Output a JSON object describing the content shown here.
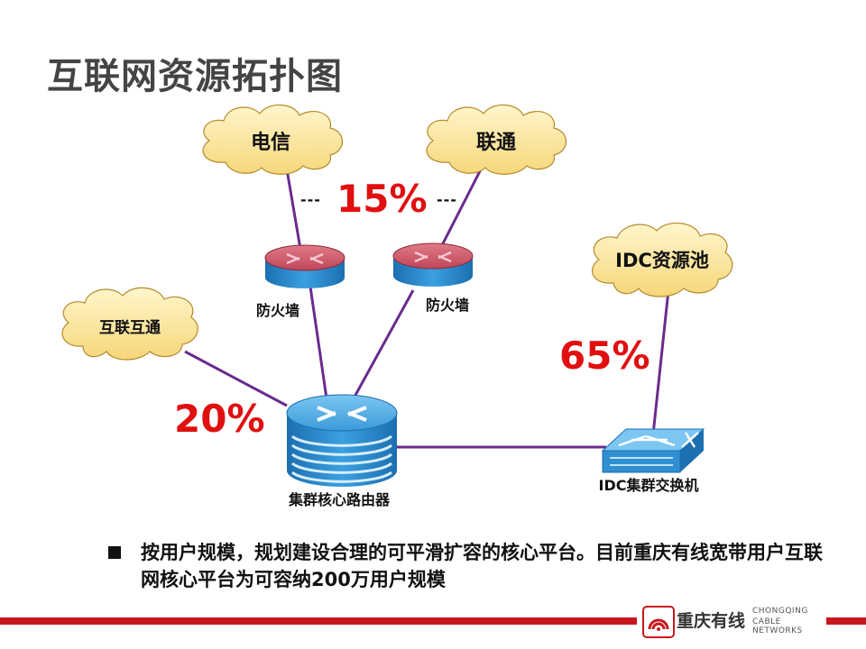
{
  "title": "互联网资源拓扑图",
  "clouds": {
    "telecom": "电信",
    "unicom": "联通",
    "idc_pool": "IDC资源池",
    "interconnect": "互联互通"
  },
  "devices": {
    "firewall_left": "防火墙",
    "firewall_right": "防火墙",
    "core_router": "集群核心路由器",
    "idc_switch": "IDC集群交换机"
  },
  "percentages": {
    "telecom_unicom": "15%",
    "idc": "65%",
    "interconnect": "20%"
  },
  "dashes": {
    "left": "---",
    "right": "---"
  },
  "bullet": {
    "text": "按用户规模，规划建设合理的可平滑扩容的核心平台。目前重庆有线宽带用户互联网核心平台为可容纳200万用户规模"
  },
  "footer": {
    "logo_cn": "重庆有线",
    "logo_en_line1": "CHONGQING",
    "logo_en_line2": "CABLE NETWORKS"
  },
  "colors": {
    "link": "#6a2b8f",
    "percent": "#e01010",
    "cloud_fill": "#fde9a0",
    "device_blue": "#2f8fd0",
    "firewall_red": "#c8485a",
    "footer_red": "#c8161d"
  }
}
